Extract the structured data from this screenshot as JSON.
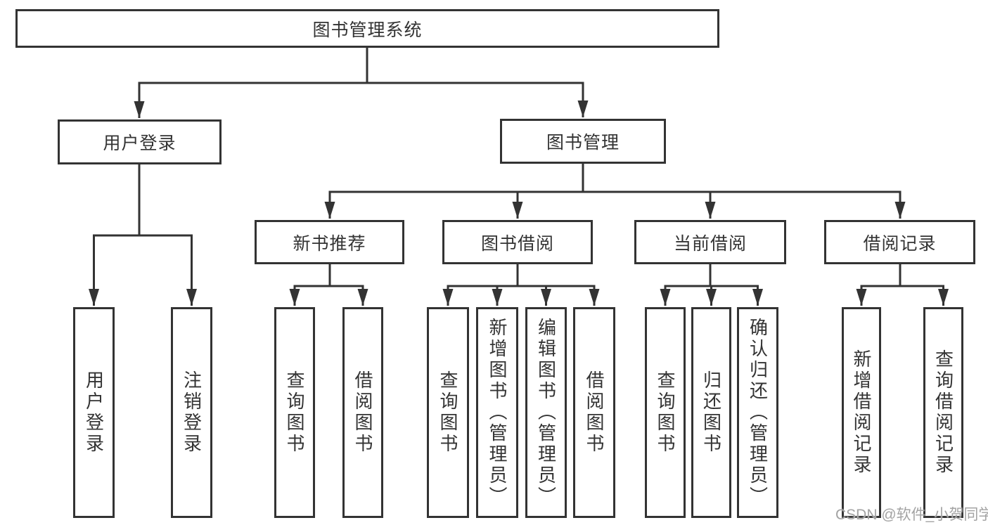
{
  "diagram": {
    "type": "hierarchy-tree",
    "colors": {
      "line": "#333333",
      "text": "#333333",
      "background": "#ffffff",
      "watermark": "#a3a3a3"
    },
    "tree": {
      "label": "图书管理系统",
      "children": [
        {
          "label": "用户登录",
          "children": [
            {
              "label": "用户登录"
            },
            {
              "label": "注销登录"
            }
          ]
        },
        {
          "label": "图书管理",
          "children": [
            {
              "label": "新书推荐",
              "children": [
                {
                  "label": "查询图书"
                },
                {
                  "label": "借阅图书"
                }
              ]
            },
            {
              "label": "图书借阅",
              "children": [
                {
                  "label": "查询图书"
                },
                {
                  "label": "新增图书（管理员）"
                },
                {
                  "label": "编辑图书（管理员）"
                },
                {
                  "label": "借阅图书"
                }
              ]
            },
            {
              "label": "当前借阅",
              "children": [
                {
                  "label": "查询图书"
                },
                {
                  "label": "归还图书"
                },
                {
                  "label": "确认归还（管理员）"
                }
              ]
            },
            {
              "label": "借阅记录",
              "children": [
                {
                  "label": "新增借阅记录"
                },
                {
                  "label": "查询借阅记录"
                }
              ]
            }
          ]
        }
      ]
    },
    "watermark": "CSDN @软件_小贺同学"
  }
}
